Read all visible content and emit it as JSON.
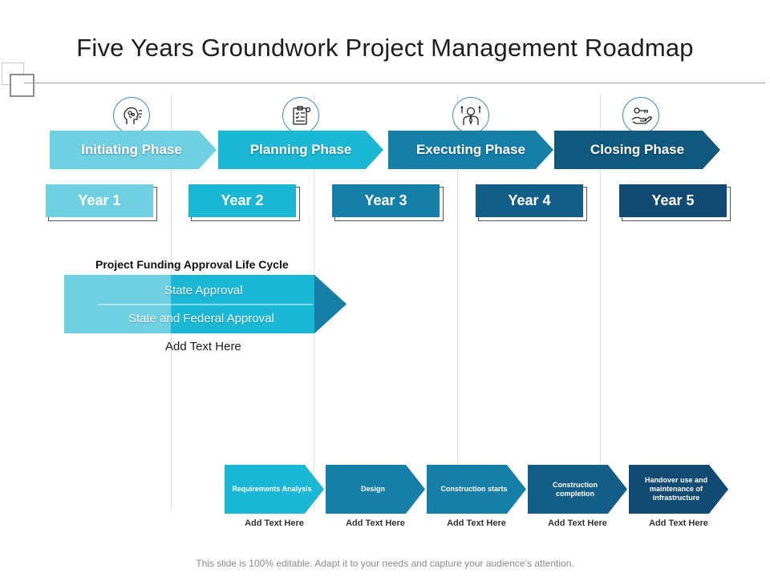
{
  "slide": {
    "title": "Five Years Groundwork Project Management Roadmap",
    "footer": "This slide is 100% editable. Adapt it to your needs and capture your audience’s attention."
  },
  "phases": [
    {
      "label": "Initiating Phase",
      "icon": "brain-head-icon",
      "color": "#6fd0e2"
    },
    {
      "label": "Planning Phase",
      "icon": "clipboard-checklist-icon",
      "color": "#1bb8d5"
    },
    {
      "label": "Executing Phase",
      "icon": "businessman-icon",
      "color": "#167fa8"
    },
    {
      "label": "Closing Phase",
      "icon": "hand-key-icon",
      "color": "#11587e"
    }
  ],
  "years": [
    {
      "label": "Year 1",
      "color": "#6fd0e2"
    },
    {
      "label": "Year 2",
      "color": "#1bb8d5"
    },
    {
      "label": "Year 3",
      "color": "#167fa8"
    },
    {
      "label": "Year 4",
      "color": "#125e86"
    },
    {
      "label": "Year 5",
      "color": "#114a72"
    }
  ],
  "funding": {
    "title": "Project Funding Approval Life Cycle",
    "rows": [
      "State Approval",
      "State and Federal Approval"
    ],
    "note": "Add Text Here"
  },
  "steps": [
    {
      "label": "Requirements Analysis",
      "caption": "Add Text Here",
      "color": "#1bb8d5"
    },
    {
      "label": "Design",
      "caption": "Add Text Here",
      "color": "#167fa8"
    },
    {
      "label": "Construction starts",
      "caption": "Add Text Here",
      "color": "#167fa8"
    },
    {
      "label": "Construction completion",
      "caption": "Add Text Here",
      "color": "#125e86"
    },
    {
      "label": "Handover use and maintenance of infrastructure",
      "caption": "Add Text Here",
      "color": "#114a72"
    }
  ]
}
